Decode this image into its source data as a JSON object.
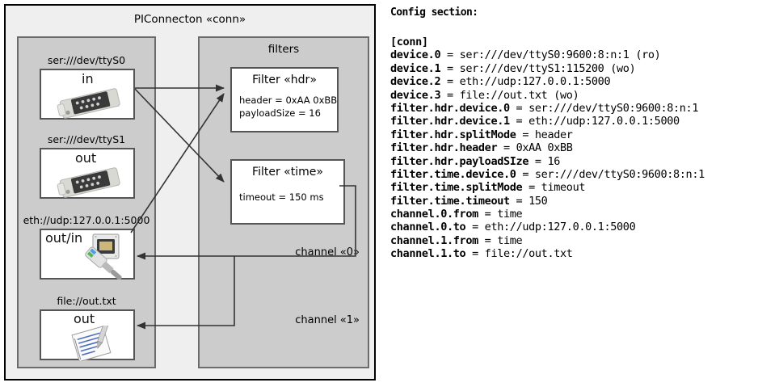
{
  "diagram": {
    "title": "PIConnecton «conn»",
    "devices_panel": {
      "title": "",
      "groups": [
        {
          "label": "ser:///dev/ttyS0",
          "tag": "in",
          "icon": "serial-port-icon"
        },
        {
          "label": "ser:///dev/ttyS1",
          "tag": "out",
          "icon": "serial-port-icon"
        },
        {
          "label": "eth://udp:127.0.0.1:5000",
          "tag": "out/in",
          "icon": "ethernet-plug-icon"
        },
        {
          "label": "file://out.txt",
          "tag": "out",
          "icon": "text-file-icon"
        }
      ]
    },
    "filters_panel": {
      "title": "filters",
      "filters": [
        {
          "title": "Filter «hdr»",
          "props": [
            "header = 0xAA 0xBB",
            "payloadSize = 16"
          ]
        },
        {
          "title": "Filter «time»",
          "props": [
            "timeout = 150 ms"
          ]
        }
      ],
      "channels": [
        {
          "label": "channel «0»"
        },
        {
          "label": "channel «1»"
        }
      ]
    },
    "colors": {
      "frame_border": "#000000",
      "frame_fill": "#efefef",
      "panel_fill": "#cccccc",
      "panel_border": "#6b6b6b",
      "box_fill": "#ffffff",
      "box_border": "#555555",
      "arrow": "#333333"
    }
  },
  "config": {
    "heading": "Config section:",
    "lines": [
      {
        "bold": "[conn]",
        "plain": ""
      },
      {
        "bold": "device.0",
        "plain": " = ser:///dev/ttyS0:9600:8:n:1 (ro)"
      },
      {
        "bold": "device.1",
        "plain": " = ser:///dev/ttyS1:115200 (wo)"
      },
      {
        "bold": "device.2",
        "plain": " = eth://udp:127.0.0.1:5000"
      },
      {
        "bold": "device.3",
        "plain": " = file://out.txt (wo)"
      },
      {
        "bold": "filter.hdr.device.0",
        "plain": " = ser:///dev/ttyS0:9600:8:n:1"
      },
      {
        "bold": "filter.hdr.device.1",
        "plain": " = eth://udp:127.0.0.1:5000"
      },
      {
        "bold": "filter.hdr.splitMode",
        "plain": " = header"
      },
      {
        "bold": "filter.hdr.header",
        "plain": " = 0xAA 0xBB"
      },
      {
        "bold": "filter.hdr.payloadSIze",
        "plain": " = 16"
      },
      {
        "bold": "filter.time.device.0",
        "plain": " = ser:///dev/ttyS0:9600:8:n:1"
      },
      {
        "bold": "filter.time.splitMode",
        "plain": " = timeout"
      },
      {
        "bold": "filter.time.timeout",
        "plain": " = 150"
      },
      {
        "bold": "channel.0.from",
        "plain": " = time"
      },
      {
        "bold": "channel.0.to",
        "plain": " = eth://udp:127.0.0.1:5000"
      },
      {
        "bold": "channel.1.from",
        "plain": " = time"
      },
      {
        "bold": "channel.1.to",
        "plain": " = file://out.txt"
      }
    ]
  }
}
